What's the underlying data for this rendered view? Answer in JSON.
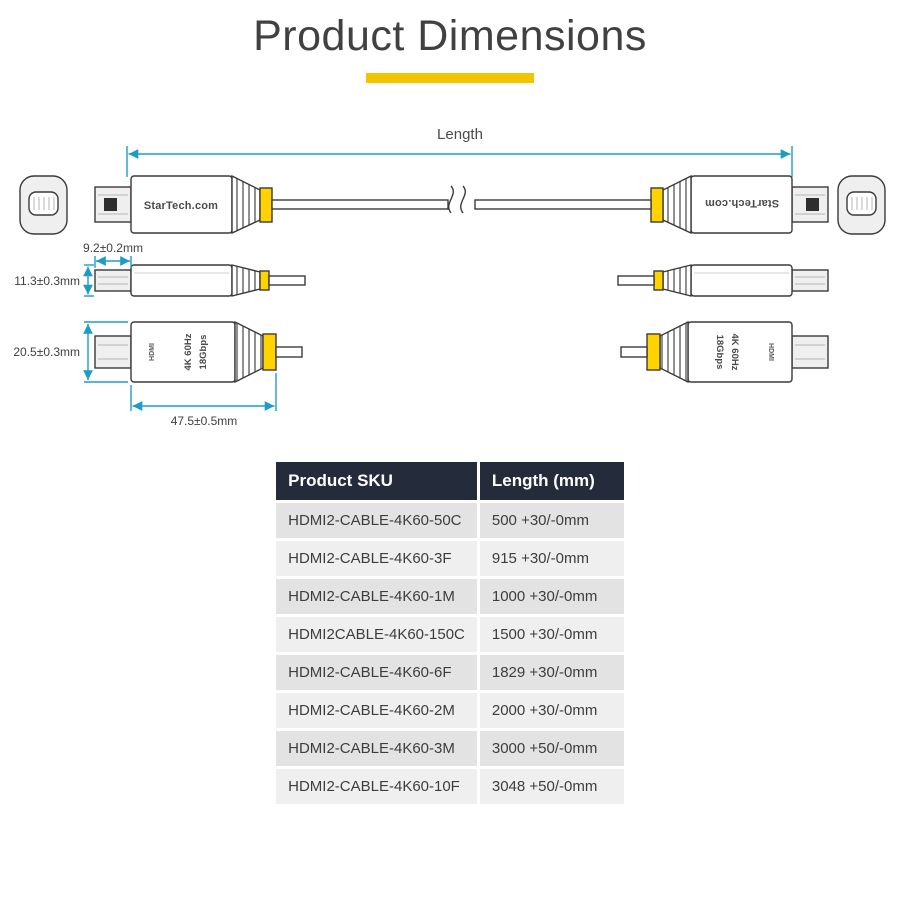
{
  "page": {
    "title": "Product Dimensions"
  },
  "colors": {
    "accent": "#1E9CC6",
    "gold": "#F5C400",
    "band": "#FFD200",
    "table_header": "#242C3C",
    "row_dark": "#E3E3E3",
    "row_light": "#EFEFEF"
  },
  "diagram": {
    "length_label": "Length",
    "brand": "StarTech.com",
    "dim_tip_length": "9.2±0.2mm",
    "dim_side_height": "11.3±0.3mm",
    "dim_body_height": "20.5±0.3mm",
    "dim_body_length": "47.5±0.5mm",
    "marking_logo": "HDMI",
    "marking_line1": "4K 60Hz",
    "marking_line2": "18Gbps"
  },
  "table": {
    "headers": {
      "sku": "Product SKU",
      "length": "Length (mm)"
    },
    "rows": [
      {
        "sku": "HDMI2-CABLE-4K60-50C",
        "length": "500 +30/-0mm"
      },
      {
        "sku": "HDMI2-CABLE-4K60-3F",
        "length": "915 +30/-0mm"
      },
      {
        "sku": "HDMI2-CABLE-4K60-1M",
        "length": "1000 +30/-0mm"
      },
      {
        "sku": "HDMI2CABLE-4K60-150C",
        "length": "1500 +30/-0mm"
      },
      {
        "sku": "HDMI2-CABLE-4K60-6F",
        "length": "1829 +30/-0mm"
      },
      {
        "sku": "HDMI2-CABLE-4K60-2M",
        "length": "2000 +30/-0mm"
      },
      {
        "sku": "HDMI2-CABLE-4K60-3M",
        "length": "3000 +50/-0mm"
      },
      {
        "sku": "HDMI2-CABLE-4K60-10F",
        "length": "3048 +50/-0mm"
      }
    ]
  }
}
